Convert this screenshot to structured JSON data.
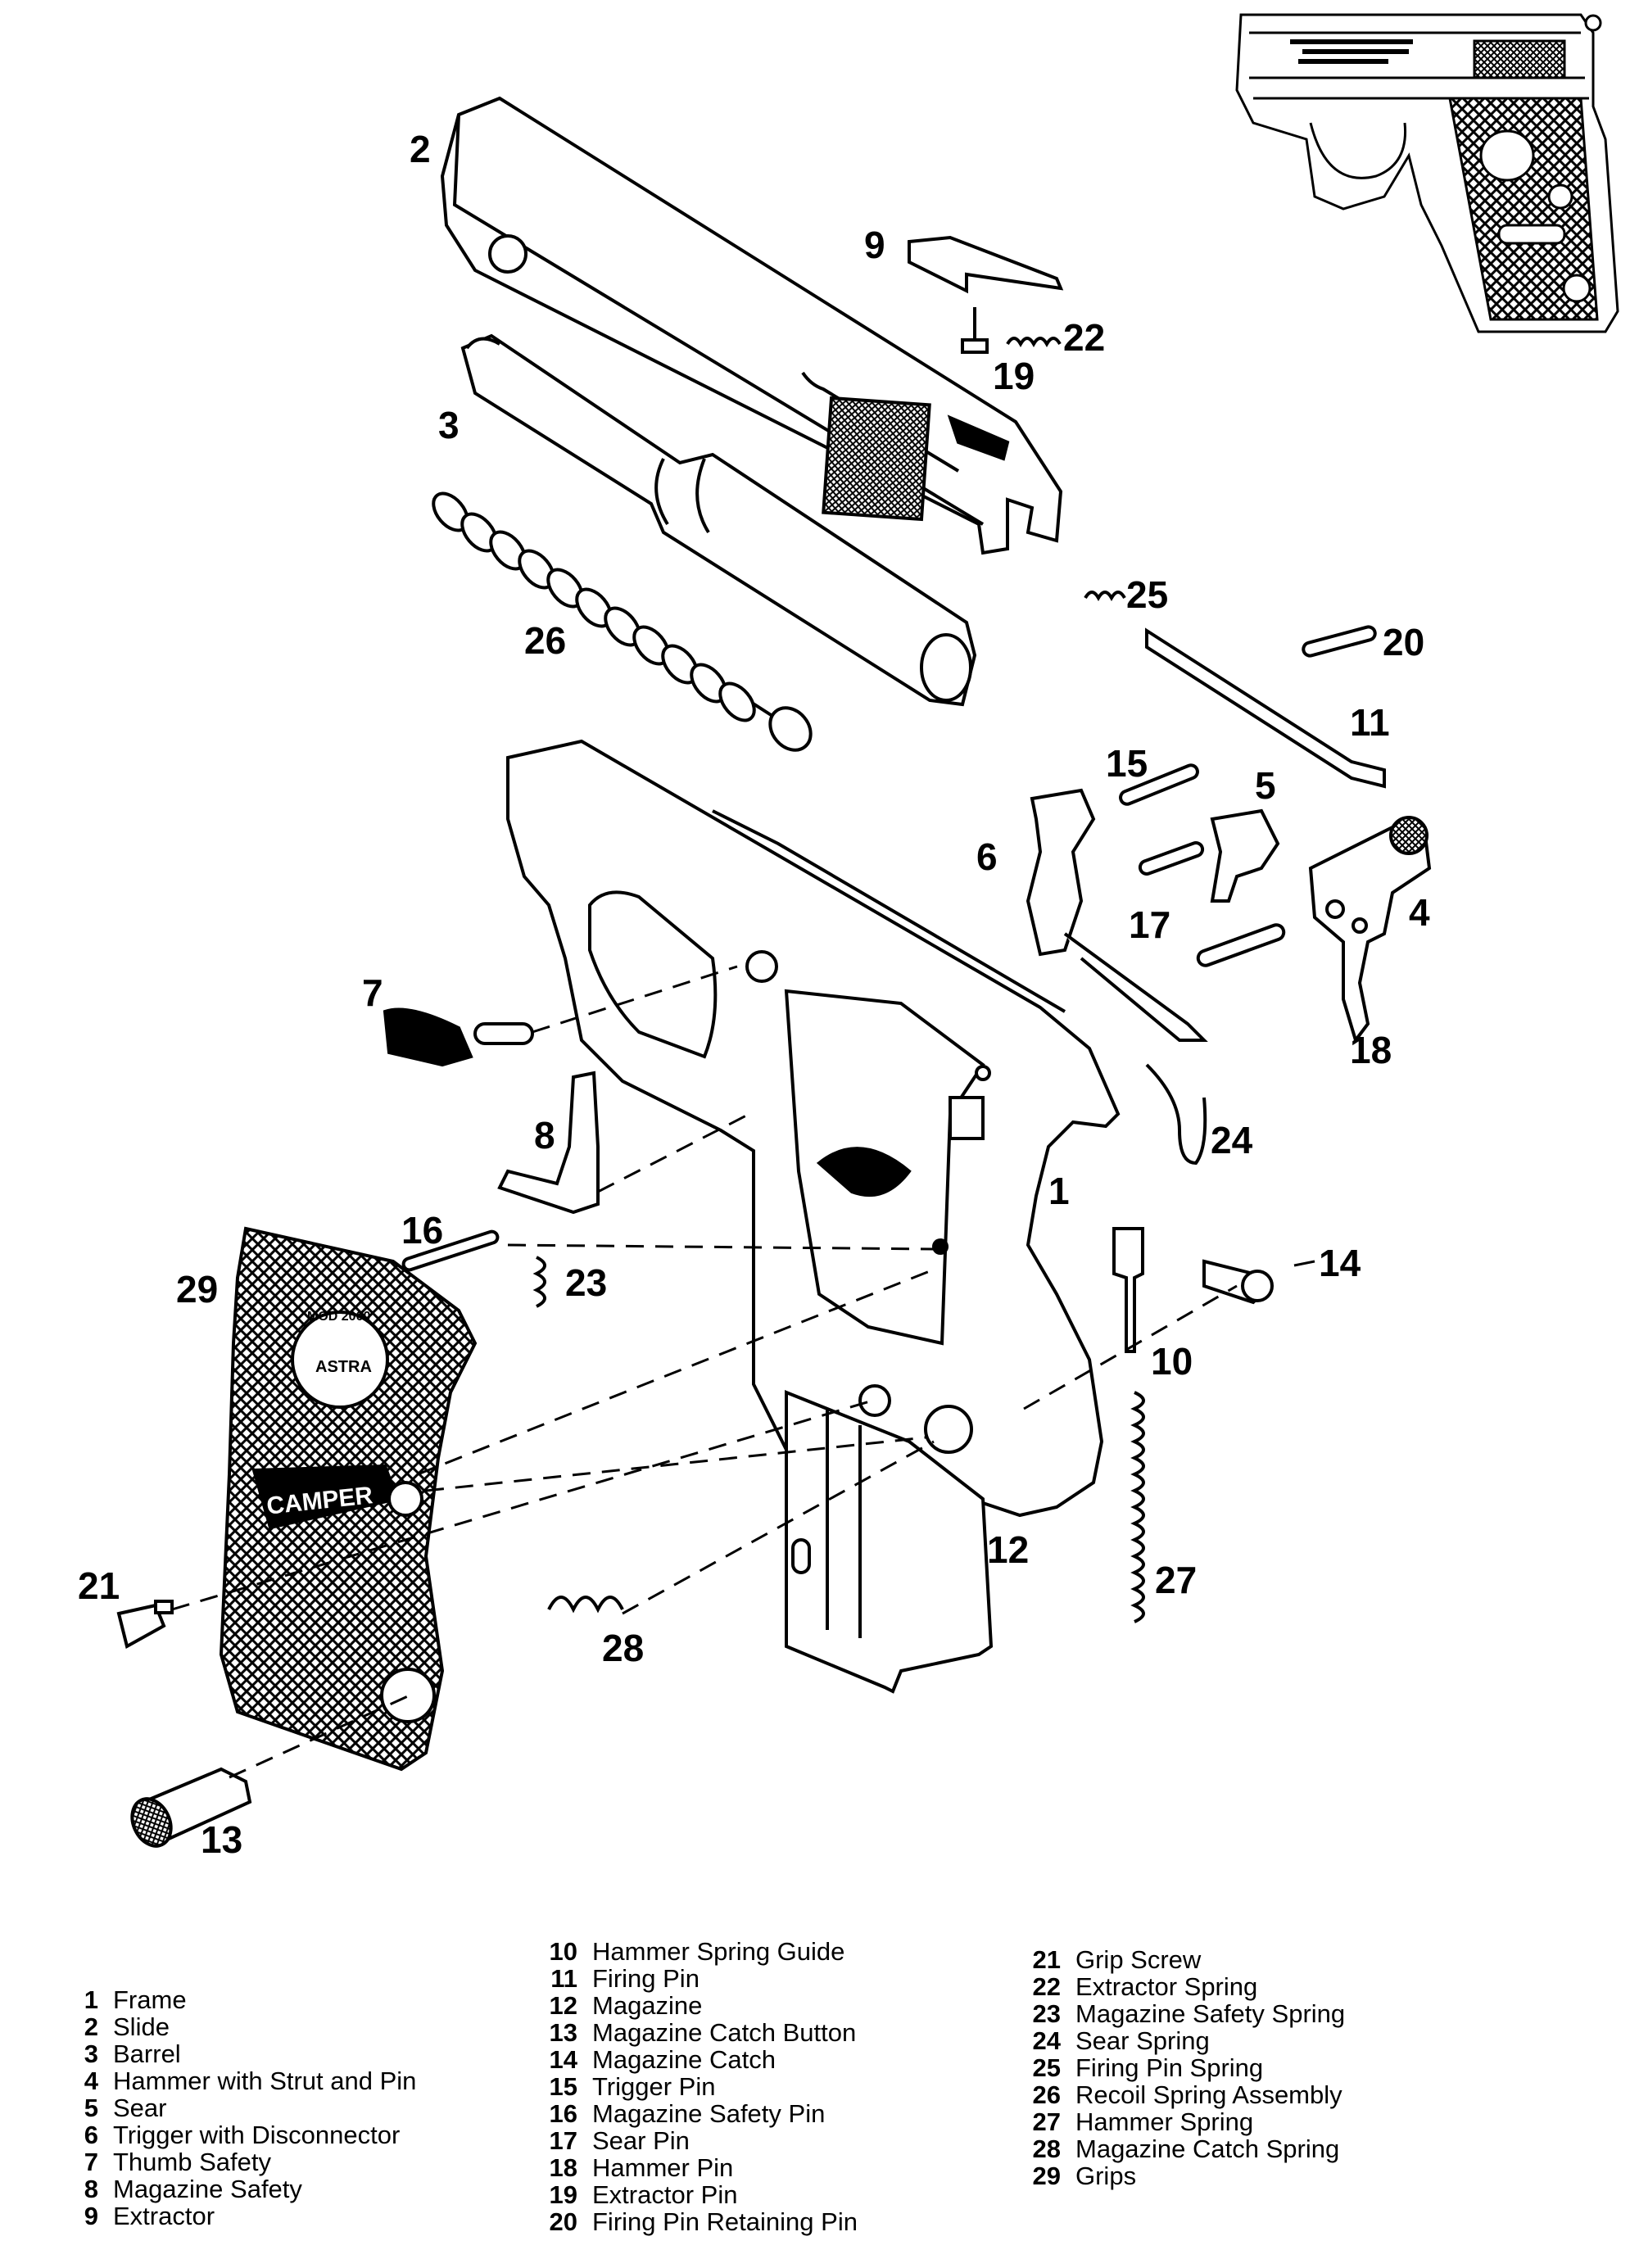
{
  "callouts": {
    "c1": "1",
    "c2": "2",
    "c3": "3",
    "c4": "4",
    "c5": "5",
    "c6": "6",
    "c7": "7",
    "c8": "8",
    "c9": "9",
    "c10": "10",
    "c11": "11",
    "c12": "12",
    "c13": "13",
    "c14": "14",
    "c15": "15",
    "c16": "16",
    "c17": "17",
    "c18": "18",
    "c19": "19",
    "c20": "20",
    "c21": "21",
    "c22": "22",
    "c23": "23",
    "c24": "24",
    "c25": "25",
    "c26": "26",
    "c27": "27",
    "c28": "28",
    "c29": "29"
  },
  "grip_markings": {
    "model": "MOD 2000",
    "brand": "ASTRA",
    "plate": "CAMPER"
  },
  "legend": {
    "col1": [
      {
        "num": "1",
        "label": "Frame"
      },
      {
        "num": "2",
        "label": "Slide"
      },
      {
        "num": "3",
        "label": "Barrel"
      },
      {
        "num": "4",
        "label": "Hammer with Strut and Pin"
      },
      {
        "num": "5",
        "label": "Sear"
      },
      {
        "num": "6",
        "label": "Trigger with Disconnector"
      },
      {
        "num": "7",
        "label": "Thumb Safety"
      },
      {
        "num": "8",
        "label": "Magazine Safety"
      },
      {
        "num": "9",
        "label": "Extractor"
      }
    ],
    "col2": [
      {
        "num": "10",
        "label": "Hammer Spring Guide"
      },
      {
        "num": "11",
        "label": "Firing Pin"
      },
      {
        "num": "12",
        "label": "Magazine"
      },
      {
        "num": "13",
        "label": "Magazine Catch Button"
      },
      {
        "num": "14",
        "label": "Magazine Catch"
      },
      {
        "num": "15",
        "label": "Trigger Pin"
      },
      {
        "num": "16",
        "label": "Magazine Safety Pin"
      },
      {
        "num": "17",
        "label": "Sear Pin"
      },
      {
        "num": "18",
        "label": "Hammer Pin"
      },
      {
        "num": "19",
        "label": "Extractor Pin"
      },
      {
        "num": "20",
        "label": "Firing Pin Retaining Pin"
      }
    ],
    "col3": [
      {
        "num": "21",
        "label": "Grip Screw"
      },
      {
        "num": "22",
        "label": "Extractor Spring"
      },
      {
        "num": "23",
        "label": "Magazine Safety Spring"
      },
      {
        "num": "24",
        "label": "Sear Spring"
      },
      {
        "num": "25",
        "label": "Firing Pin Spring"
      },
      {
        "num": "26",
        "label": "Recoil Spring Assembly"
      },
      {
        "num": "27",
        "label": "Hammer Spring"
      },
      {
        "num": "28",
        "label": "Magazine Catch Spring"
      },
      {
        "num": "29",
        "label": "Grips"
      }
    ]
  }
}
